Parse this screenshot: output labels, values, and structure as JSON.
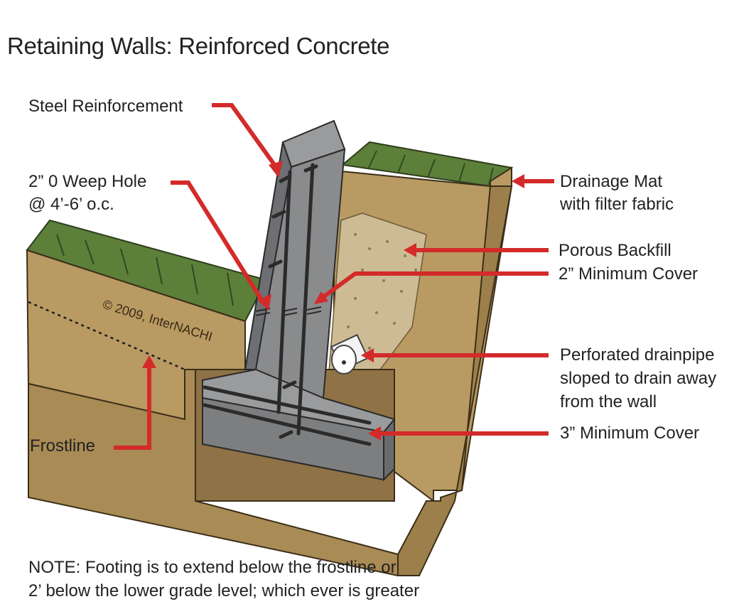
{
  "title": "Retaining Walls: Reinforced Concrete",
  "labels": {
    "steel_reinforcement": "Steel Reinforcement",
    "weep_hole_line1": "2” 0 Weep Hole",
    "weep_hole_line2": "@ 4’-6’ o.c.",
    "drainage_mat_line1": "Drainage Mat",
    "drainage_mat_line2": "with filter fabric",
    "porous_backfill": "Porous Backfill",
    "min_cover_2": "2” Minimum Cover",
    "drainpipe_line1": "Perforated drainpipe",
    "drainpipe_line2": "sloped to drain away",
    "drainpipe_line3": "from the wall",
    "min_cover_3": "3” Minimum Cover",
    "frostline": "Frostline"
  },
  "copyright": "© 2009, InterNACHI",
  "note": {
    "line1": "NOTE: Footing is to extend below the frostline or",
    "line2": "2’ below the lower grade level; which ever is greater"
  },
  "colors": {
    "soil": "#b89a62",
    "soil_dark": "#9c7f4a",
    "grass": "#5c7f3a",
    "concrete": "#8a8b8d",
    "concrete_dark": "#6e6f72",
    "gravel": "#cdbb95",
    "leader": "#d42a2a",
    "rebar": "#2b2b2b"
  }
}
